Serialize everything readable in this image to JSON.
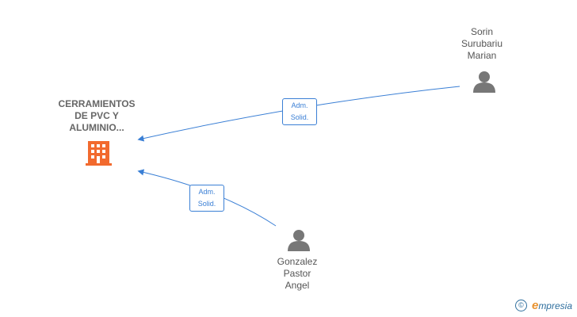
{
  "nodes": {
    "company": {
      "label": "CERRAMIENTOS\nDE PVC Y\nALUMINIO...",
      "icon": "building-icon",
      "color": "#f26a2e"
    },
    "person1": {
      "label": "Sorin\nSurubariu\nMarian",
      "icon": "person-icon",
      "color": "#777777"
    },
    "person2": {
      "label": "Gonzalez\nPastor\nAngel",
      "icon": "person-icon",
      "color": "#777777"
    }
  },
  "edges": [
    {
      "label": "Adm.\nSolid.",
      "from": "person1",
      "to": "company"
    },
    {
      "label": "Adm.\nSolid.",
      "from": "person2",
      "to": "company"
    }
  ],
  "edge_color": "#3a7fd5",
  "footer": {
    "copyright_symbol": "©",
    "brand_initial": "e",
    "brand_rest": "mpresia"
  }
}
